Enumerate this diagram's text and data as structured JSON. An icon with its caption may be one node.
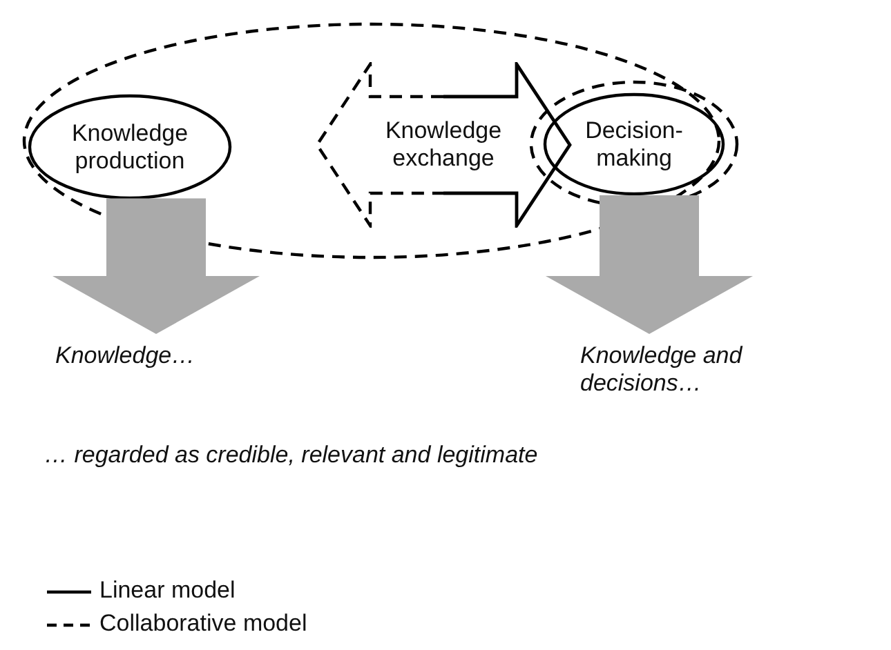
{
  "diagram": {
    "nodes": [
      {
        "text": [],
        "shape": "ellipse"
      },
      {
        "text": [
          "Knowledge production"
        ],
        "in": 0
      },
      {
        "text": [
          "Knowledge exchange"
        ],
        "in": 0
      },
      {
        "text": [],
        "shape": "ellipse"
      },
      {
        "text": [
          "Decision-making"
        ],
        "in": 3
      },
      {
        "text": [
          "Knowledge…"
        ]
      },
      {
        "text": [
          "Knowledge and decisions…"
        ]
      }
    ],
    "edges": [
      {
        "from": 1,
        "to": 5,
        "arrow": "to"
      },
      {
        "from": 4,
        "to": 6,
        "arrow": "to"
      }
    ],
    "labels": [
      "… regarded as credible, relevant and legitimate"
    ],
    "legend": [
      {
        "text": "Linear model"
      },
      {
        "text": "Collaborative model"
      }
    ]
  }
}
